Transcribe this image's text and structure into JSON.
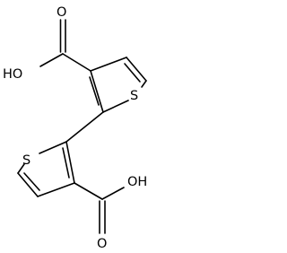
{
  "molecule": {
    "labels": {
      "top_oxygen": "O",
      "top_hydroxyl": "HO",
      "top_sulfur": "S",
      "bottom_sulfur": "S",
      "bottom_hydroxyl": "OH",
      "bottom_oxygen": "O"
    }
  },
  "colors": {
    "bond": "#000000",
    "label": "#000000",
    "background": "#ffffff"
  }
}
